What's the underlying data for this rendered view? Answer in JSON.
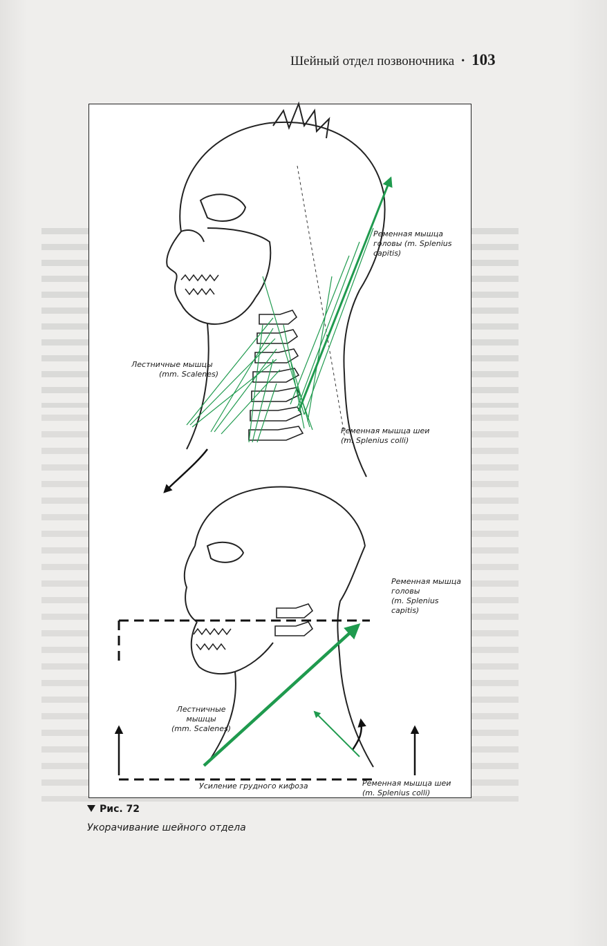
{
  "header": {
    "section_title": "Шейный отдел позвоночника",
    "separator": "•",
    "page_number": "103"
  },
  "figure": {
    "upper": {
      "label_splenius_capitis": [
        "Ременная мышца",
        "головы (m. Splenius",
        "capitis)"
      ],
      "label_scalenes": [
        "Лестничные мышцы",
        "(mm. Scalenes)"
      ],
      "label_splenius_colli": [
        "Ременная мышца шеи",
        "(m. Splenius colli)"
      ]
    },
    "lower": {
      "label_splenius_capitis": [
        "Ременная мышца",
        "головы",
        "(m. Splenius",
        "capitis)"
      ],
      "label_scalenes": [
        "Лестничные",
        "мышцы",
        "(mm. Scalenes)"
      ],
      "label_kyphosis": "Усиление грудного кифоза",
      "label_splenius_colli": [
        "Ременная мышца шеи",
        "(m. Splenius colli)"
      ]
    },
    "arrow_color": "#1f9a4e"
  },
  "caption": {
    "number": "Рис. 72",
    "title": "Укорачивание шейного отдела"
  }
}
